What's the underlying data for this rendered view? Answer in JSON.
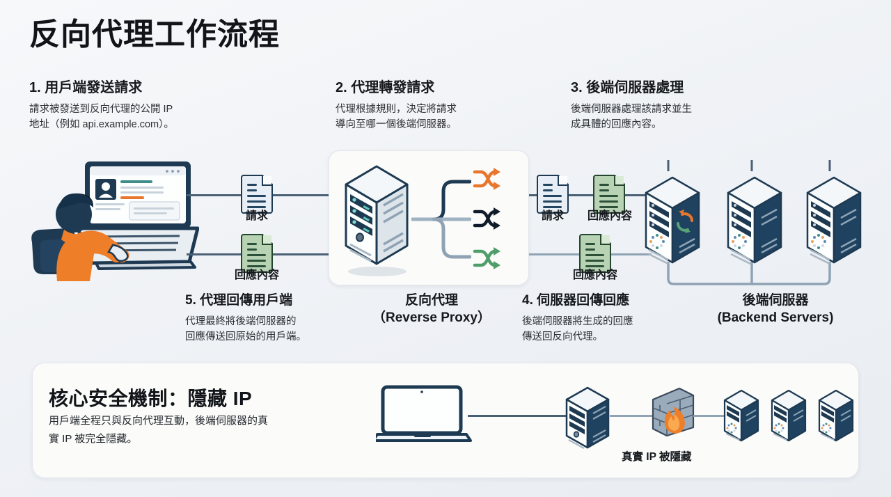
{
  "page": {
    "title": "反向代理工作流程",
    "background_color": "#f4f6f8",
    "accent_orange": "#e8762c",
    "accent_green": "#4f9e6a",
    "accent_navy": "#1e3a52"
  },
  "steps": [
    {
      "id": "step1",
      "title": "1. 用戶端發送請求",
      "body_line1": "請求被發送到反向代理的公開 IP",
      "body_line2": "地址（例如 api.example.com）。"
    },
    {
      "id": "step2",
      "title": "2. 代理轉發請求",
      "body_line1": "代理根據規則，決定將請求",
      "body_line2": "導向至哪一個後端伺服器。"
    },
    {
      "id": "step3",
      "title": "3. 後端伺服器處理",
      "body_line1": "後端伺服器處理該請求並生",
      "body_line2": "成具體的回應內容。"
    },
    {
      "id": "step5",
      "title": "5. 代理回傳用戶端",
      "body_line1": "代理最終將後端伺服器的",
      "body_line2": "回應傳送回原始的用戶端。"
    },
    {
      "id": "step4",
      "title": "4. 伺服器回傳回應",
      "body_line1": "後端伺服器將生成的回應",
      "body_line2": "傳送回反向代理。"
    }
  ],
  "node_labels": {
    "proxy_zh": "反向代理",
    "proxy_en": "（Reverse Proxy）",
    "backend_zh": "後端伺服器",
    "backend_en": "(Backend Servers)"
  },
  "flow_docs": [
    {
      "id": "doc-request-left",
      "label": "請求",
      "color": "blue"
    },
    {
      "id": "doc-response-left",
      "label": "回應內容",
      "color": "green"
    },
    {
      "id": "doc-request-right",
      "label": "請求",
      "color": "blue"
    },
    {
      "id": "doc-response-mid",
      "label": "回應內容",
      "color": "green"
    },
    {
      "id": "doc-response-low",
      "label": "回應內容",
      "color": "green"
    }
  ],
  "security_panel": {
    "title": "核心安全機制：隱藏 IP",
    "body_line1": "用戶端全程只與反向代理互動，後端伺服器的真",
    "body_line2": "實 IP 被完全隱藏。",
    "caption": "真實 IP 被隱藏"
  },
  "icons": {
    "document": "document-icon",
    "server_tower": "server-tower-icon",
    "shuffle": "shuffle-arrows-icon",
    "refresh": "refresh-cycle-icon",
    "firewall": "firewall-brick-flame-icon",
    "laptop": "laptop-icon",
    "person": "person-at-laptop-icon"
  }
}
